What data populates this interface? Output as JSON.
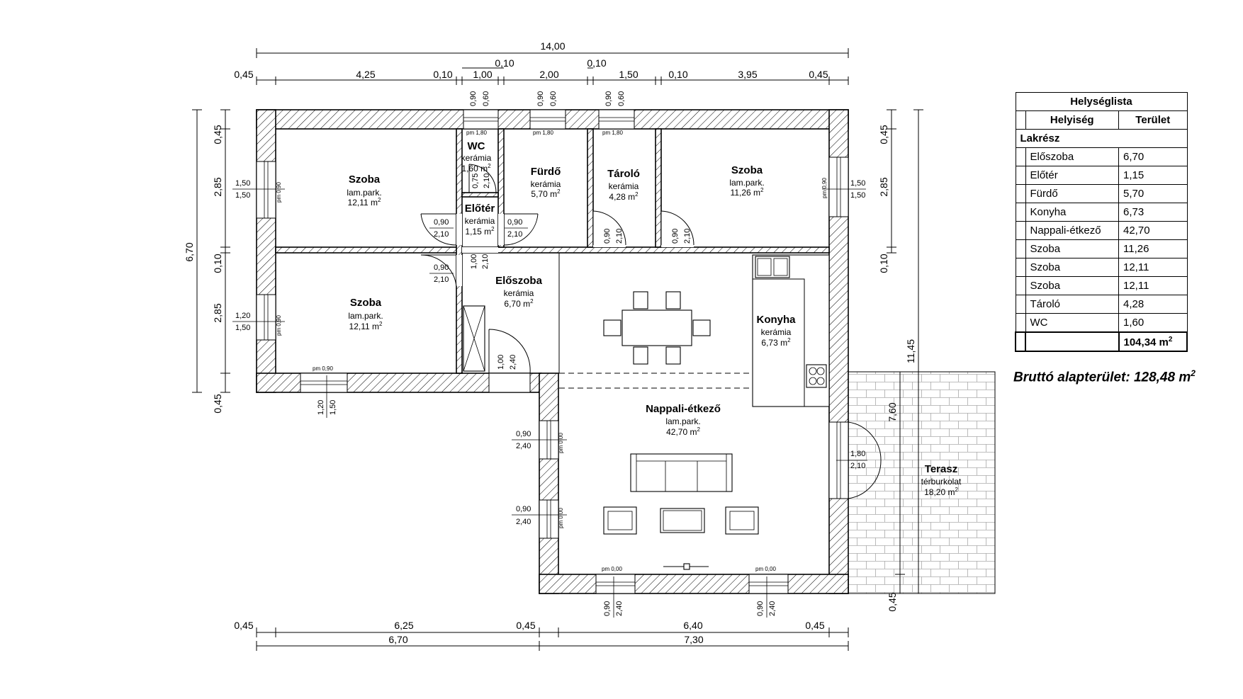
{
  "dimensions": {
    "overall_top": "14,00",
    "top_small": [
      "0,10",
      "0,10"
    ],
    "top_segments": [
      "0,45",
      "4,25",
      "0,10",
      "1,00",
      "2,00",
      "1,50",
      "0,10",
      "3,95",
      "0,45"
    ],
    "left_total": "6,70",
    "left_segments": [
      "0,45",
      "2,85",
      "0,10",
      "2,85",
      "0,45"
    ],
    "right_segments": [
      "0,45",
      "2,85",
      "0,10"
    ],
    "right_total": "11,45",
    "right_lower": "7,60",
    "right_bottom": "0,45",
    "bottom_segments": [
      "0,45",
      "6,25",
      "0,45",
      "6,40",
      "0,45"
    ],
    "bottom_totals": [
      "6,70",
      "7,30"
    ]
  },
  "rooms": [
    {
      "name": "Szoba",
      "material": "lam.park.",
      "area": "12,11 m",
      "exp": "2"
    },
    {
      "name": "WC",
      "material": "kerámia",
      "area": "1,60 m",
      "exp": "2"
    },
    {
      "name": "Fürdő",
      "material": "kerámia",
      "area": "5,70 m",
      "exp": "2"
    },
    {
      "name": "Tároló",
      "material": "kerámia",
      "area": "4,28 m",
      "exp": "2"
    },
    {
      "name": "Szoba",
      "material": "lam.park.",
      "area": "11,26 m",
      "exp": "2"
    },
    {
      "name": "Előtér",
      "material": "kerámia",
      "area": "1,15 m",
      "exp": "2"
    },
    {
      "name": "Szoba",
      "material": "lam.park.",
      "area": "12,11 m",
      "exp": "2"
    },
    {
      "name": "Előszoba",
      "material": "kerámia",
      "area": "6,70 m",
      "exp": "2"
    },
    {
      "name": "Konyha",
      "material": "kerámia",
      "area": "6,73 m",
      "exp": "2"
    },
    {
      "name": "Nappali-étkező",
      "material": "lam.park.",
      "area": "42,70 m",
      "exp": "2"
    },
    {
      "name": "Terasz",
      "material": "térburkolat",
      "area": "18,20 m",
      "exp": "2"
    }
  ],
  "openings": {
    "win_top_1": [
      "0,90",
      "0,60"
    ],
    "win_top_2": [
      "0,90",
      "0,60"
    ],
    "win_top_3": [
      "0,90",
      "0,60"
    ],
    "win_left_1": [
      "1,50",
      "1,50"
    ],
    "win_left_2": [
      "1,20",
      "1,50"
    ],
    "win_right_1": [
      "1,50",
      "1,50"
    ],
    "win_bottom_left": [
      "1,20",
      "1,50"
    ],
    "win_east_1": [
      "0,90",
      "2,40"
    ],
    "win_east_2": [
      "0,90",
      "2,40"
    ],
    "win_south_1": [
      "0,90",
      "2,40"
    ],
    "win_south_2": [
      "0,90",
      "2,40"
    ],
    "terrace_door": [
      "1,80",
      "2,10"
    ],
    "door_szoba_1": [
      "0,90",
      "2,10"
    ],
    "door_furdo": [
      "0,90",
      "2,10"
    ],
    "door_szoba_2": [
      "0,90",
      "2,10"
    ],
    "door_wc": [
      "0,75",
      "2,10"
    ],
    "door_eloter": [
      "1,00",
      "2,10"
    ],
    "door_tarolo": [
      "0,90",
      "2,10"
    ],
    "door_szoba_nagy": [
      "0,90",
      "2,10"
    ],
    "door_entry": [
      "1,00",
      "2,40"
    ],
    "pm": {
      "wc": "pm 1,80",
      "furdo": "pm 1,80",
      "tarolo": "pm 1,80",
      "szoba1": "pm 0,90",
      "szoba2": "pm 0,90",
      "szoba3": "pm 0,90",
      "szoba_bottom": "pm 0,90",
      "east1": "pm 0,00",
      "east2": "pm 0,00",
      "south1": "pm 0,00",
      "south2": "pm 0,00"
    }
  },
  "room_list": {
    "title": "Helységlista",
    "headers": [
      "Helyiség",
      "Terület"
    ],
    "group": "Lakrész",
    "rows": [
      {
        "name": "Előszoba",
        "area": "6,70"
      },
      {
        "name": "Előtér",
        "area": "1,15"
      },
      {
        "name": "Fürdő",
        "area": "5,70"
      },
      {
        "name": "Konyha",
        "area": "6,73"
      },
      {
        "name": "Nappali-étkező",
        "area": "42,70"
      },
      {
        "name": "Szoba",
        "area": "11,26"
      },
      {
        "name": "Szoba",
        "area": "12,11"
      },
      {
        "name": "Szoba",
        "area": "12,11"
      },
      {
        "name": "Tároló",
        "area": "4,28"
      },
      {
        "name": "WC",
        "area": "1,60"
      }
    ],
    "total": "104,34 m",
    "total_exp": "2"
  },
  "gross_area": {
    "label": "Bruttó alapterület: 128,48 m",
    "exp": "2"
  }
}
